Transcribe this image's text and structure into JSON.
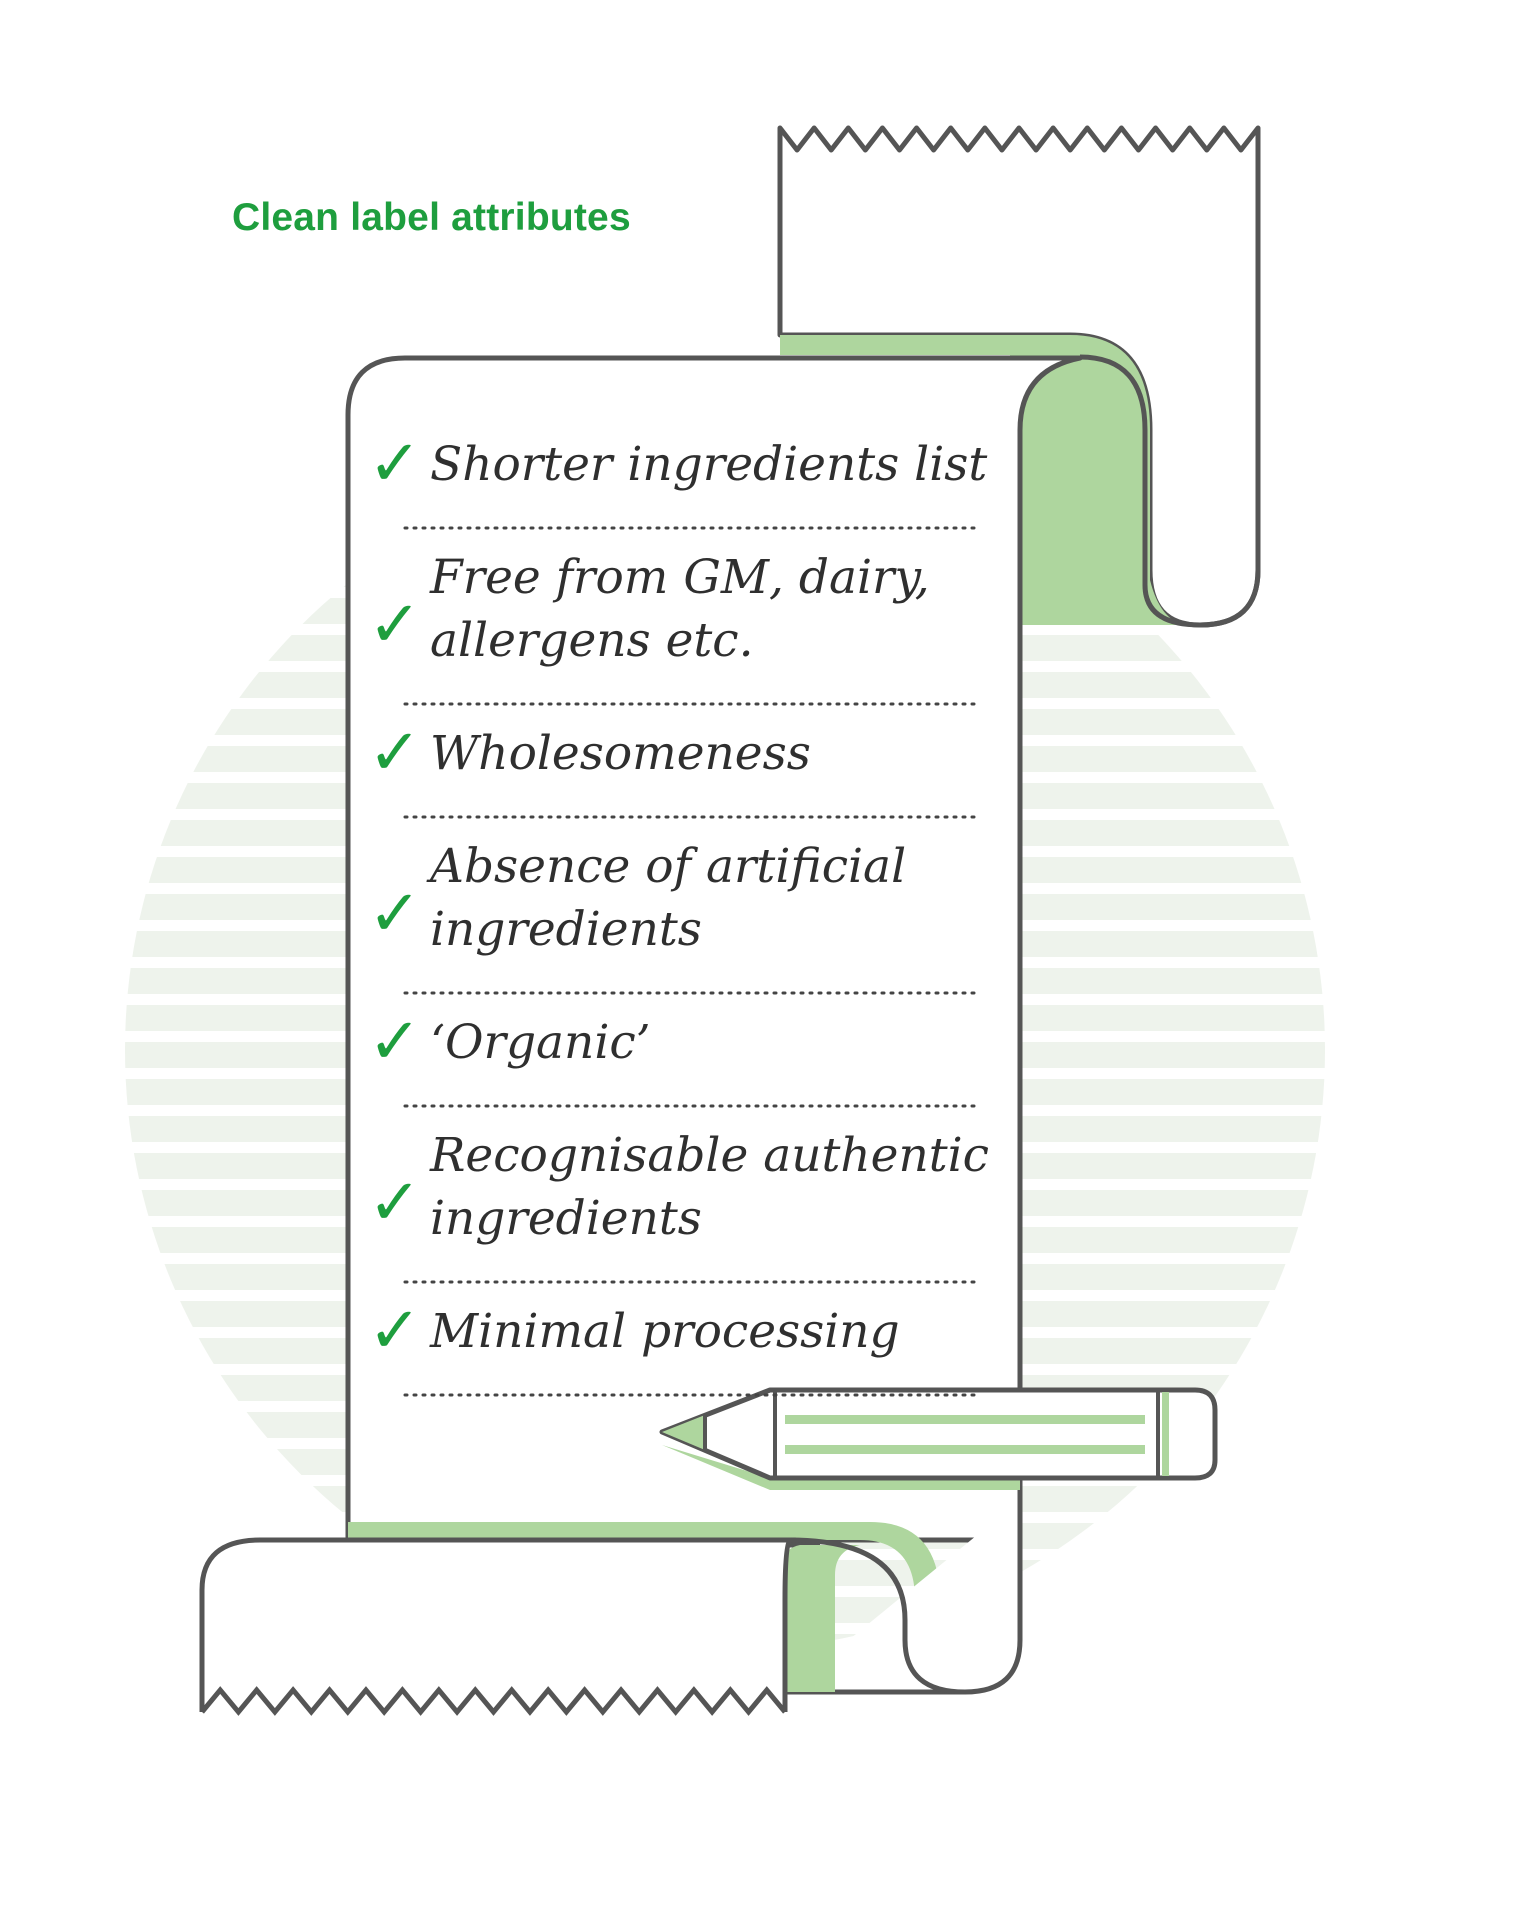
{
  "title": "Clean label attributes",
  "colors": {
    "title": "#1e9e3e",
    "check": "#1e9e3e",
    "outline": "#555555",
    "accent": "#aed69e",
    "circle_stripe": "#eef3ec"
  },
  "check_glyph": "✓",
  "attributes": [
    {
      "lines": [
        "Shorter ingredients list"
      ]
    },
    {
      "lines": [
        "Free from GM, dairy,",
        "allergens etc."
      ]
    },
    {
      "lines": [
        "Wholesomeness"
      ]
    },
    {
      "lines": [
        "Absence of artificial",
        "ingredients"
      ]
    },
    {
      "lines": [
        "‘Organic’"
      ]
    },
    {
      "lines": [
        "Recognisable authentic",
        "ingredients"
      ]
    },
    {
      "lines": [
        "Minimal processing"
      ]
    }
  ],
  "icons": {
    "list_marker": "checkmark-icon",
    "writing_tool": "pencil-icon",
    "sheet": "paper-scroll-icon"
  }
}
